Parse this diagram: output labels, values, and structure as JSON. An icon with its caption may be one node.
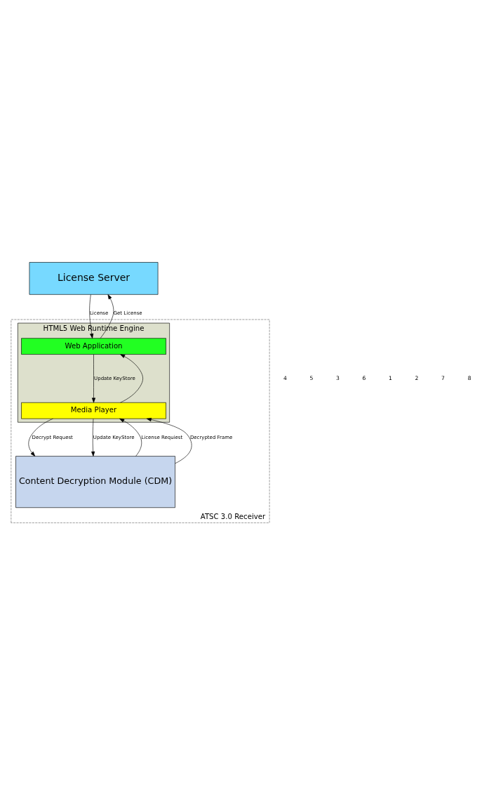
{
  "diagram": {
    "nodes": [
      {
        "text": [
          "License Server"
        ]
      },
      {
        "text": [
          "ATSC 3.0 Receiver"
        ]
      },
      {
        "text": [
          "HTML5 Web Runtime Engine"
        ],
        "in": 1
      },
      {
        "text": [
          "Web Application"
        ],
        "in": 2
      },
      {
        "text": [
          "Media Player"
        ],
        "in": 2
      },
      {
        "text": [
          "Content Decryption Module (CDM)"
        ],
        "in": 1
      }
    ],
    "edges": [
      {
        "from": 4,
        "to": 5,
        "arrow": "to",
        "label": "Decrypt Request"
      },
      {
        "from": 5,
        "to": 4,
        "arrow": "to",
        "label": "License Requiest"
      },
      {
        "from": 4,
        "to": 3,
        "arrow": "to"
      },
      {
        "from": 3,
        "to": 0,
        "arrow": "to",
        "label": "Get License"
      },
      {
        "from": 0,
        "to": 3,
        "arrow": "to",
        "label": "License"
      },
      {
        "from": 3,
        "to": 4,
        "arrow": "to",
        "label": "Update KeyStore"
      },
      {
        "from": 4,
        "to": 5,
        "arrow": "to",
        "label": "Update KeyStore"
      },
      {
        "from": 5,
        "to": 4,
        "arrow": "to",
        "label": "Decrypted Frame"
      }
    ],
    "labels": [
      "4",
      "5",
      "3",
      "6",
      "1",
      "2",
      "7",
      "8"
    ]
  }
}
